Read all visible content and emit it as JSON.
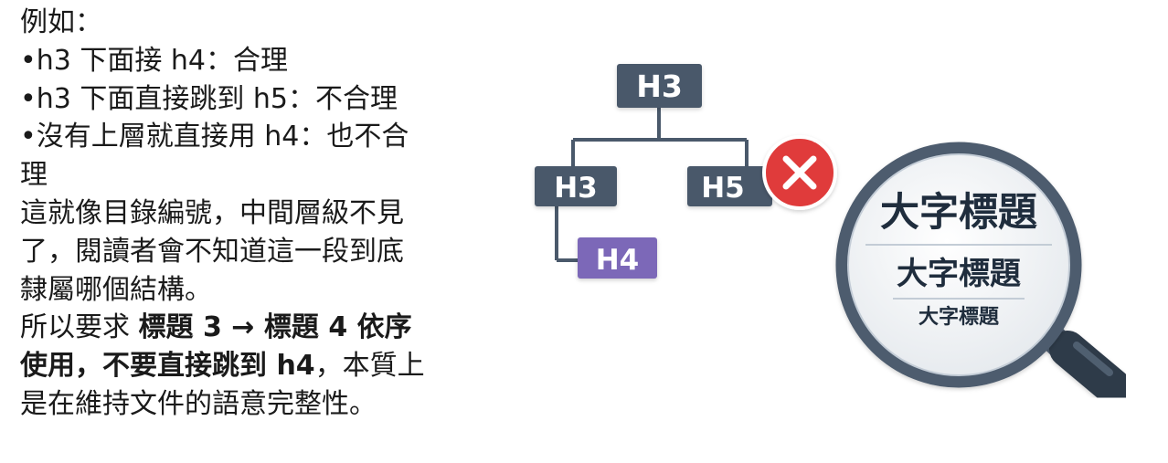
{
  "text": {
    "lines": [
      {
        "parts": [
          {
            "t": "例如：",
            "b": false
          }
        ]
      },
      {
        "parts": [
          {
            "t": "•h3 下面接 h4：合理",
            "b": false
          }
        ]
      },
      {
        "parts": [
          {
            "t": "•h3 下面直接跳到 h5：不合理",
            "b": false
          }
        ]
      },
      {
        "parts": [
          {
            "t": "•沒有上層就直接用 h4：也不合",
            "b": false
          }
        ]
      },
      {
        "parts": [
          {
            "t": "理",
            "b": false
          }
        ]
      },
      {
        "parts": [
          {
            "t": "這就像目錄編號，中間層級不見",
            "b": false
          }
        ]
      },
      {
        "parts": [
          {
            "t": "了，閱讀者會不知道這一段到底",
            "b": false
          }
        ]
      },
      {
        "parts": [
          {
            "t": "隸屬哪個結構。",
            "b": false
          }
        ]
      },
      {
        "parts": [
          {
            "t": "所以要求 ",
            "b": false
          },
          {
            "t": "標題 3 → 標題 4 依序",
            "b": true
          }
        ]
      },
      {
        "parts": [
          {
            "t": "使用，不要直接跳到 h4",
            "b": true
          },
          {
            "t": "，本質上",
            "b": false
          }
        ]
      },
      {
        "parts": [
          {
            "t": "是在維持文件的語意完整性。",
            "b": false
          }
        ]
      }
    ]
  },
  "diagram": {
    "nodes": {
      "top": "H3",
      "left": "H3",
      "right": "H5",
      "child": "H4"
    },
    "magnifier": {
      "heading_large": "大字標題",
      "heading_medium": "大字標題",
      "heading_small": "大字標題"
    },
    "colors": {
      "node": "#4a596b",
      "node_accent": "#7b68b8",
      "error": "#e03a3a",
      "line": "#4a596b",
      "lens_ring": "#4d5c6e",
      "lens_fill": "#f3f5f7",
      "handle": "#2f3b4a"
    },
    "icons": {
      "error": "close-icon",
      "magnifier": "magnifier-icon"
    }
  }
}
